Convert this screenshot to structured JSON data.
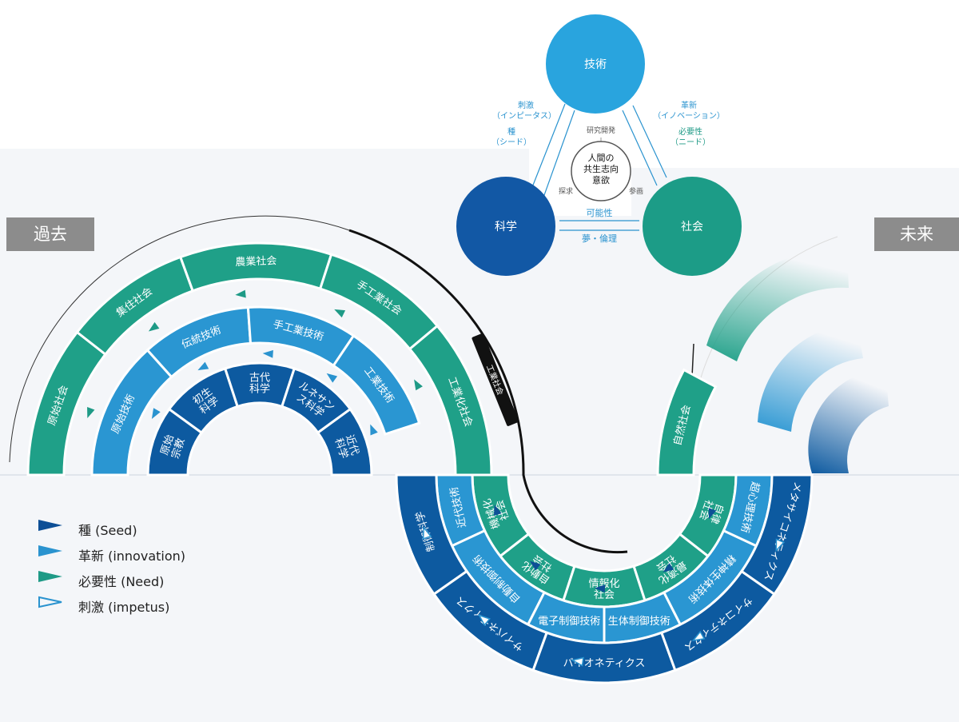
{
  "era": {
    "past": "過去",
    "future": "未来"
  },
  "triangle": {
    "tech": "技術",
    "science": "科学",
    "society": "社会",
    "center": [
      "人間の",
      "共生志向",
      "意欲"
    ],
    "rd": "研究開発",
    "explore": "探求",
    "participate": "参画",
    "possibility": "可能性",
    "dream": "夢・倫理",
    "impetus": [
      "刺激",
      "（インピータス）"
    ],
    "seed": [
      "種",
      "（シード）"
    ],
    "innovation": [
      "革新",
      "（イノベーション）"
    ],
    "need": [
      "必要性",
      "（ニード）"
    ]
  },
  "bands": {
    "society": [
      "原始社会",
      "集住社会",
      "農業社会",
      "手工業社会",
      "工業化社会",
      "機械化社会",
      "自動化社会",
      "情報化社会",
      "最適化社会",
      "自律社会",
      "自然社会"
    ],
    "technology": [
      "原始技術",
      "伝統技術",
      "手工業技術",
      "工業技術",
      "近代技術",
      "自動制御技術",
      "電子制御技術",
      "生体制御技術",
      "精神生体技術",
      "超心理技術"
    ],
    "science": [
      "原始宗教",
      "初生科学",
      "古代科学",
      "ルネサンス科学",
      "近代科学",
      "制御科学",
      "サイバネティクス",
      "バイオネティクス",
      "サイコネティクス",
      "メタサイコネティクス"
    ]
  },
  "industrial_label": "工業社会",
  "legend": [
    {
      "label": "種 (Seed)",
      "color": "#0d4f96",
      "filled": true
    },
    {
      "label": "革新 (innovation)",
      "color": "#2a93cf",
      "filled": true
    },
    {
      "label": "必要性 (Need)",
      "color": "#1e9a86",
      "filled": true
    },
    {
      "label": "刺激 (impetus)",
      "color": "#2a93cf",
      "filled": false
    }
  ],
  "colors": {
    "science": "#0d5aa0",
    "technology": "#2a96d2",
    "society": "#1fa088",
    "tech_node": "#29a4de"
  }
}
